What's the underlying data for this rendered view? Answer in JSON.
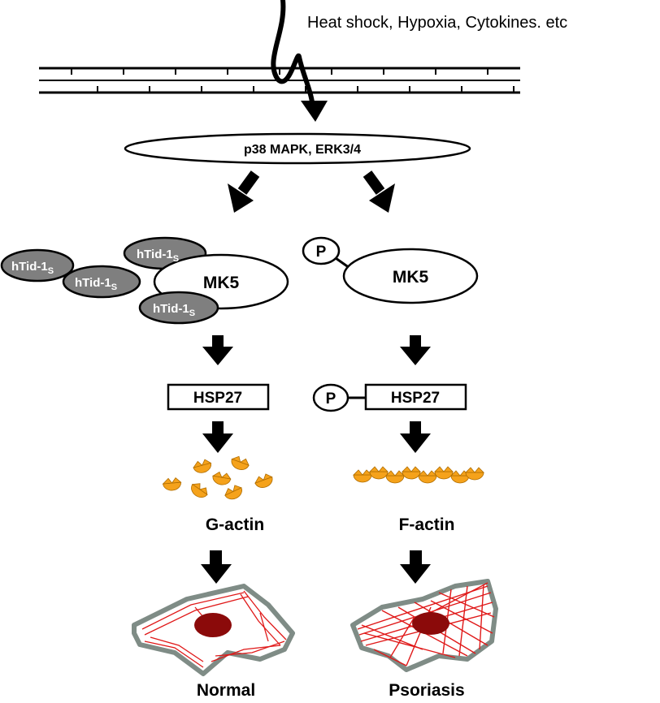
{
  "stimulus": {
    "label": "Heat shock, Hypoxia, Cytokines. etc"
  },
  "kinase": {
    "label": "p38 MAPK, ERK3/4"
  },
  "left_branch": {
    "binder_text": "hTid-1",
    "binder_subscript": "S",
    "mk5": "MK5",
    "hsp27": "HSP27",
    "actin": "G-actin",
    "cell": "Normal"
  },
  "right_branch": {
    "phospho": "P",
    "mk5": "MK5",
    "hsp27": "HSP27",
    "actin": "F-actin",
    "cell": "Psoriasis"
  },
  "colors": {
    "ink": "#000000",
    "binder": "#7f7f7f",
    "actin": "#f5a21b",
    "nucleus": "#8b0a0a",
    "cell_edge": "#7f8c86",
    "fiber": "#e01818"
  }
}
